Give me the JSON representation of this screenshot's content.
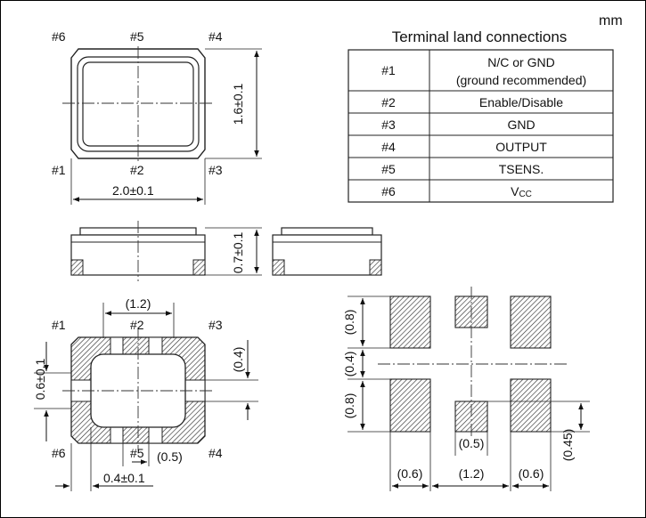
{
  "unit": "mm",
  "table": {
    "title": "Terminal land connections",
    "rows": [
      {
        "pin": "#1",
        "line1": "N/C or GND",
        "line2": "(ground recommended)"
      },
      {
        "pin": "#2",
        "line1": "Enable/Disable",
        "line2": ""
      },
      {
        "pin": "#3",
        "line1": "GND",
        "line2": ""
      },
      {
        "pin": "#4",
        "line1": "OUTPUT",
        "line2": ""
      },
      {
        "pin": "#5",
        "line1": "TSENS.",
        "line2": ""
      },
      {
        "pin": "#6",
        "line1": "V",
        "line2": "",
        "sub": "CC"
      }
    ]
  },
  "top_view": {
    "pin6": "#6",
    "pin5": "#5",
    "pin4": "#4",
    "pin1": "#1",
    "pin2": "#2",
    "pin3": "#3",
    "width_dim": "2.0±0.1",
    "height_dim": "1.6±0.1"
  },
  "side_view": {
    "height_dim": "0.7±0.1"
  },
  "bottom_view": {
    "pin1": "#1",
    "pin2": "#2",
    "pin3": "#3",
    "pin6": "#6",
    "pin5": "#5",
    "pin4": "#4",
    "pitch_dim": "(1.2)",
    "gap_dim": "(0.4)",
    "pad_height_dim": "0.6±0.1",
    "pad5_width_dim": "(0.5)",
    "pad_width_dim": "0.4±0.1"
  },
  "land_pattern": {
    "pad_h_top": "(0.8)",
    "gap": "(0.4)",
    "pad_h_bottom": "(0.8)",
    "center_pad_w": "(0.5)",
    "center_pad_h": "(0.45)",
    "left_w": "(0.6)",
    "pitch": "(1.2)",
    "right_w": "(0.6)"
  }
}
